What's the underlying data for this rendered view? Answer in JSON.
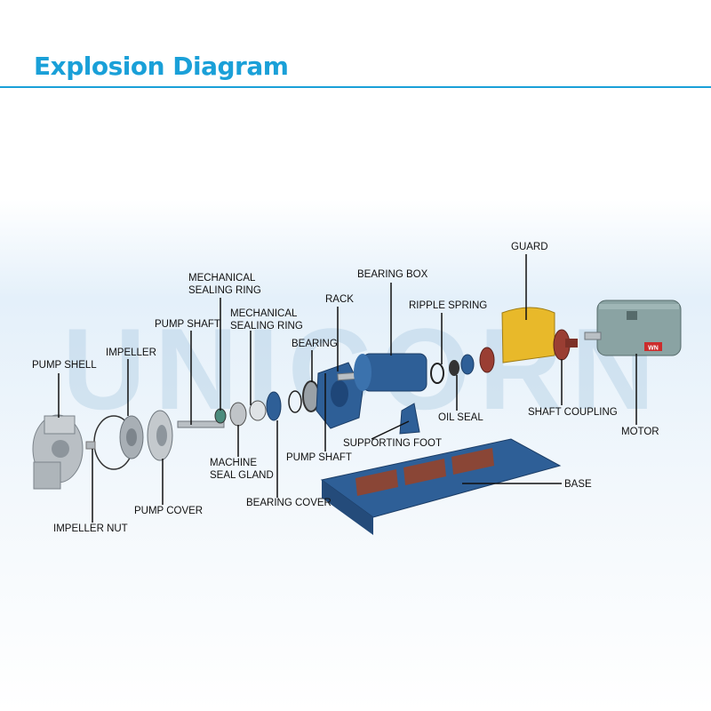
{
  "header": {
    "title": "Explosion Diagram"
  },
  "labels": {
    "pump_shell": "PUMP SHELL",
    "impeller": "IMPELLER",
    "impeller_nut": "IMPELLER NUT",
    "pump_cover": "PUMP COVER",
    "pump_shaft_1": "PUMP SHAFT",
    "mech_ring_1": "MECHANICAL\nSEALING RING",
    "mech_ring_2": "MECHANICAL\nSEALING RING",
    "machine_seal_gland": "MACHINE\nSEAL GLAND",
    "bearing_cover": "BEARING COVER",
    "bearing": "BEARING",
    "rack": "RACK",
    "bearing_box": "BEARING BOX",
    "pump_shaft_2": "PUMP SHAFT",
    "ripple_spring": "RIPPLE SPRING",
    "supporting_foot": "SUPPORTING FOOT",
    "oil_seal": "OIL SEAL",
    "guard": "GUARD",
    "shaft_coupling": "SHAFT COUPLING",
    "motor": "MOTOR",
    "base": "BASE"
  },
  "motor_badge": "WN",
  "colors": {
    "accent": "#1aa0d8",
    "part_blue": "#2e5f97",
    "guard_yellow": "#e8b92a",
    "coupling_red": "#9a3e33",
    "motor_gray": "#8aa3a3",
    "steel": "#b9bfc4"
  }
}
